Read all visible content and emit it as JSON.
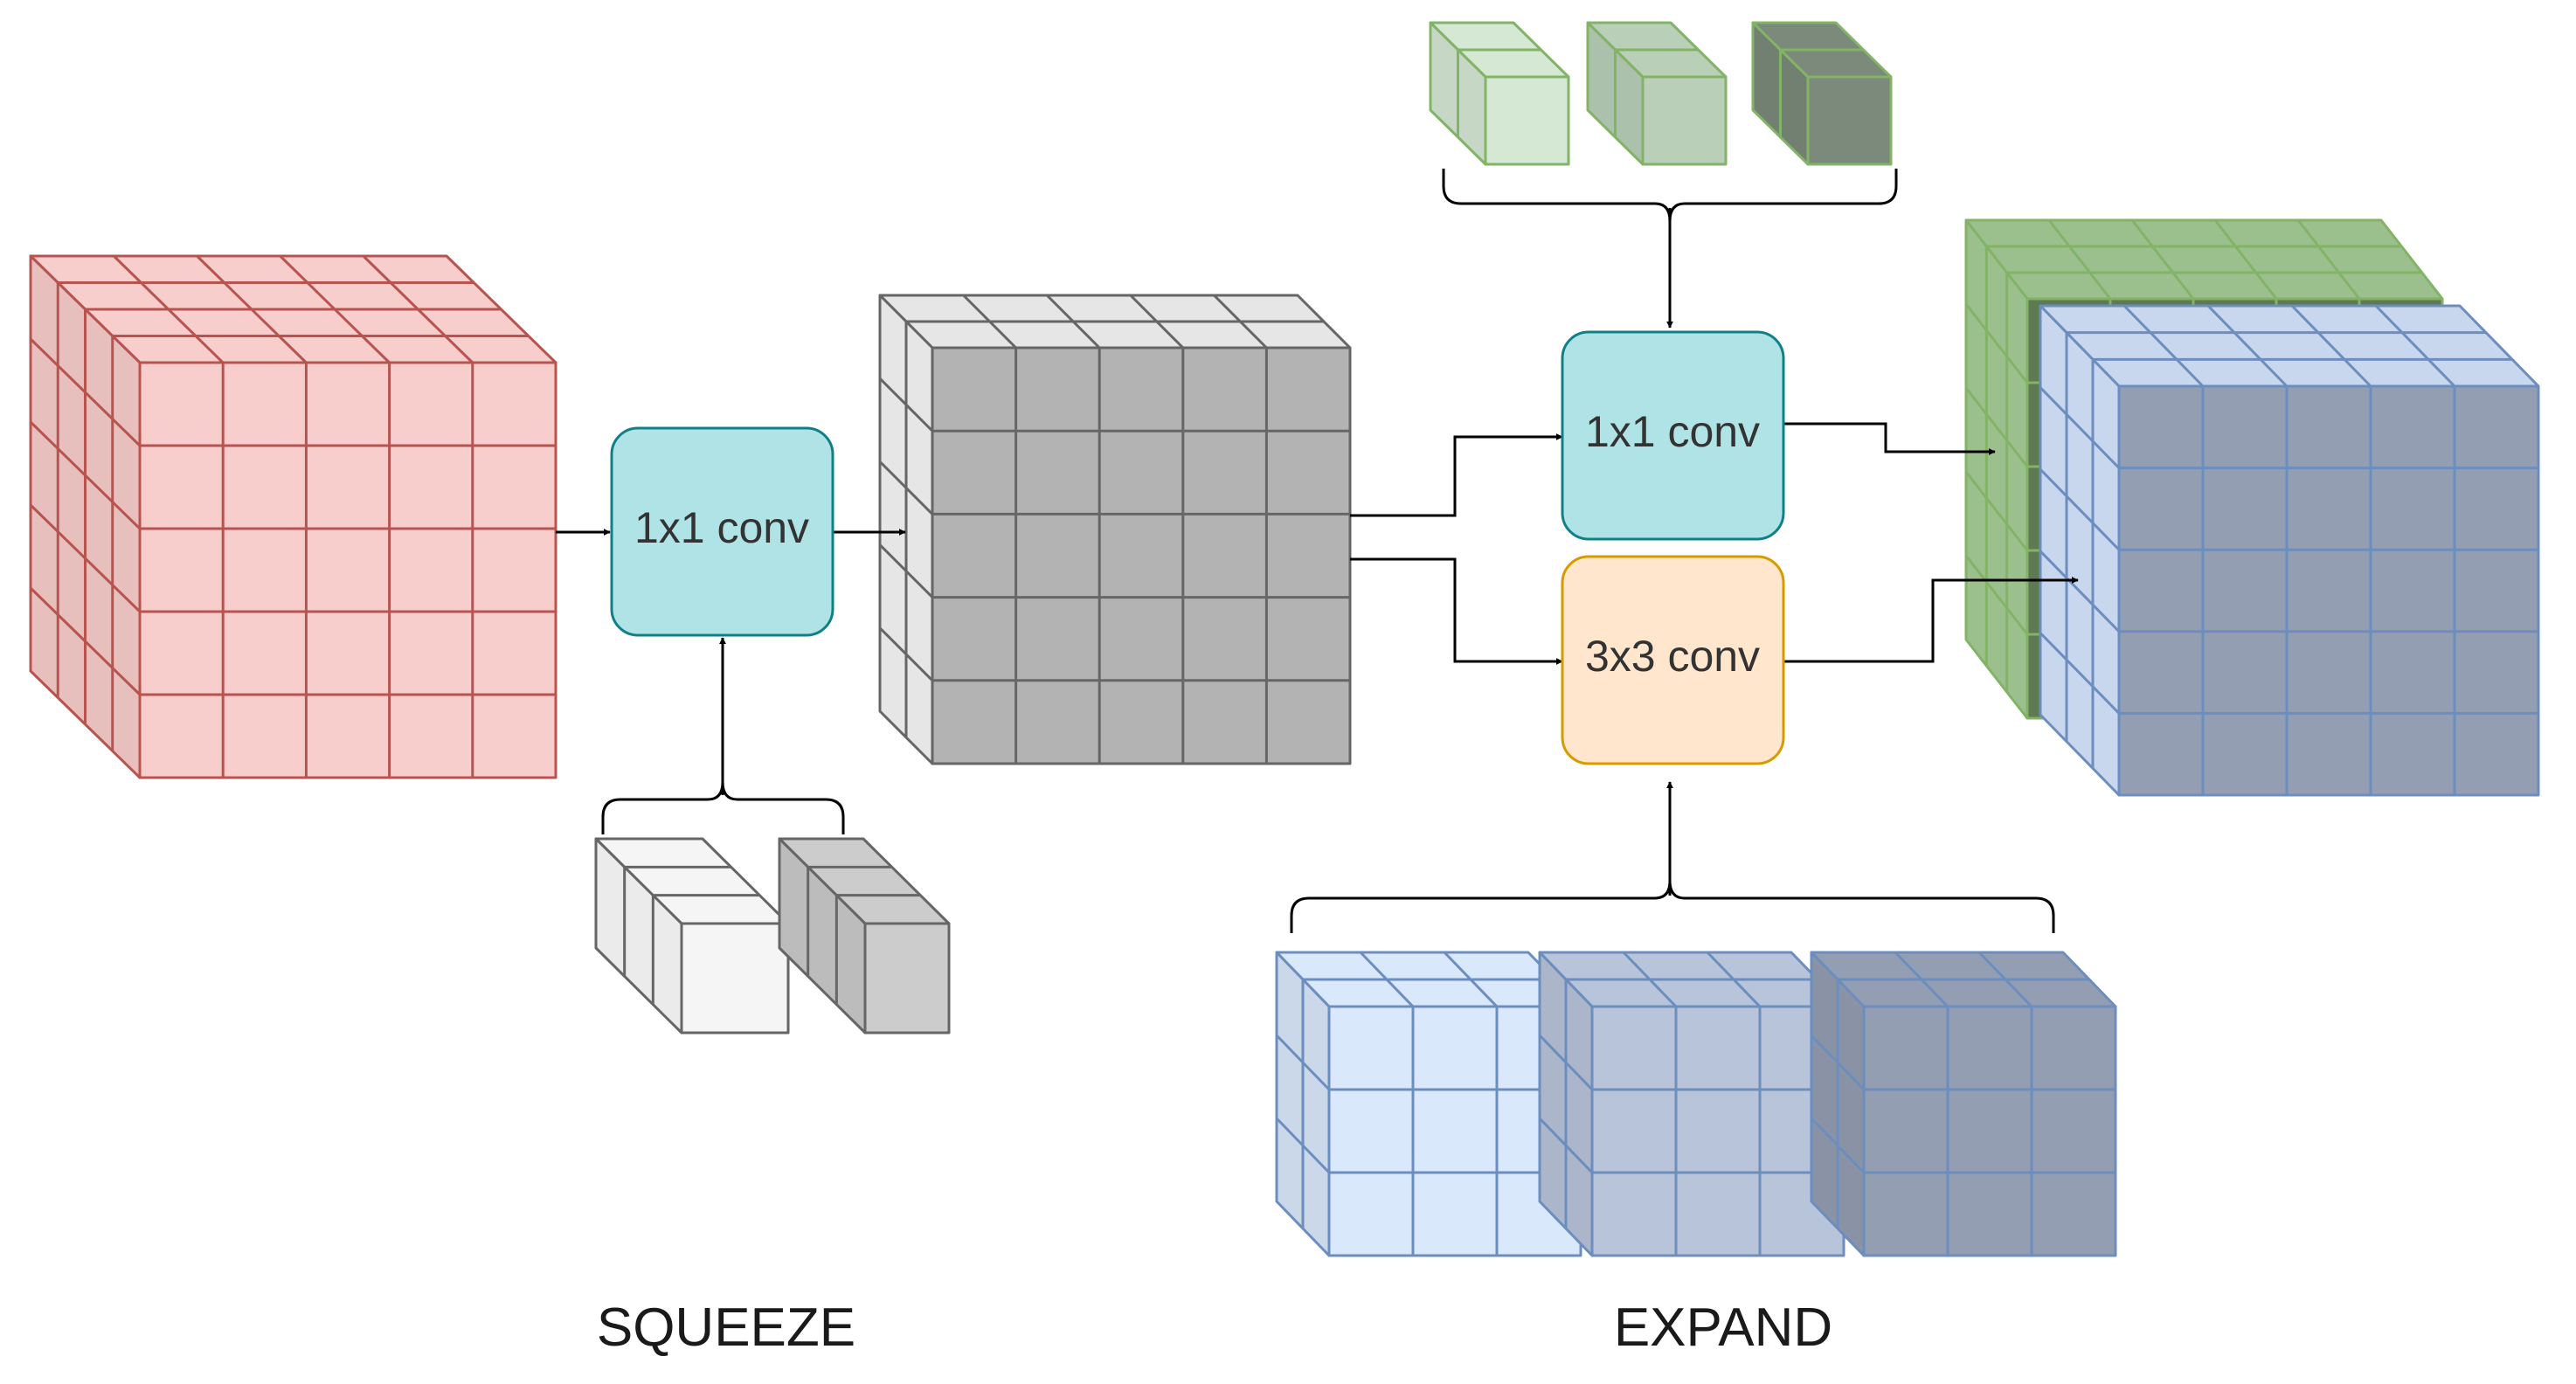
{
  "squeeze_conv": {
    "label": "1x1 conv",
    "fill": "#b0e3e6",
    "stroke": "#0e8088"
  },
  "expand_conv_1x1": {
    "label": "1x1 conv",
    "fill": "#b0e3e6",
    "stroke": "#0e8088"
  },
  "expand_conv_3x3": {
    "label": "3x3 conv",
    "fill": "#ffe6cc",
    "stroke": "#d79b00"
  },
  "stage_labels": {
    "squeeze": "SQUEEZE",
    "expand": "EXPAND"
  },
  "colors": {
    "input_volume": "#f8cecc",
    "input_stroke": "#b85450",
    "squeezed_volume": "#b3b3b3",
    "squeezed_side": "#e6e6e6",
    "squeezed_stroke": "#666666",
    "squeeze_filter_1": "#f5f5f5",
    "squeeze_filter_2": "#cccccc",
    "squeeze_filter_stroke": "#666666",
    "expand_1x1_filter_1": "#d5e8d4",
    "expand_1x1_filter_2": "#b9cfb8",
    "expand_1x1_filter_3": "#7b8a7a",
    "green_stroke": "#82b366",
    "expand_3x3_filter_1": "#dae8fc",
    "expand_3x3_filter_2": "#b8c4da",
    "expand_3x3_filter_3": "#949eb2",
    "blue_stroke": "#6c8ebf",
    "output_green": "#9cbf8e",
    "output_green_dark": "#5d7a53",
    "output_blue_light": "#c9d7ee",
    "output_blue": "#949eb2"
  }
}
